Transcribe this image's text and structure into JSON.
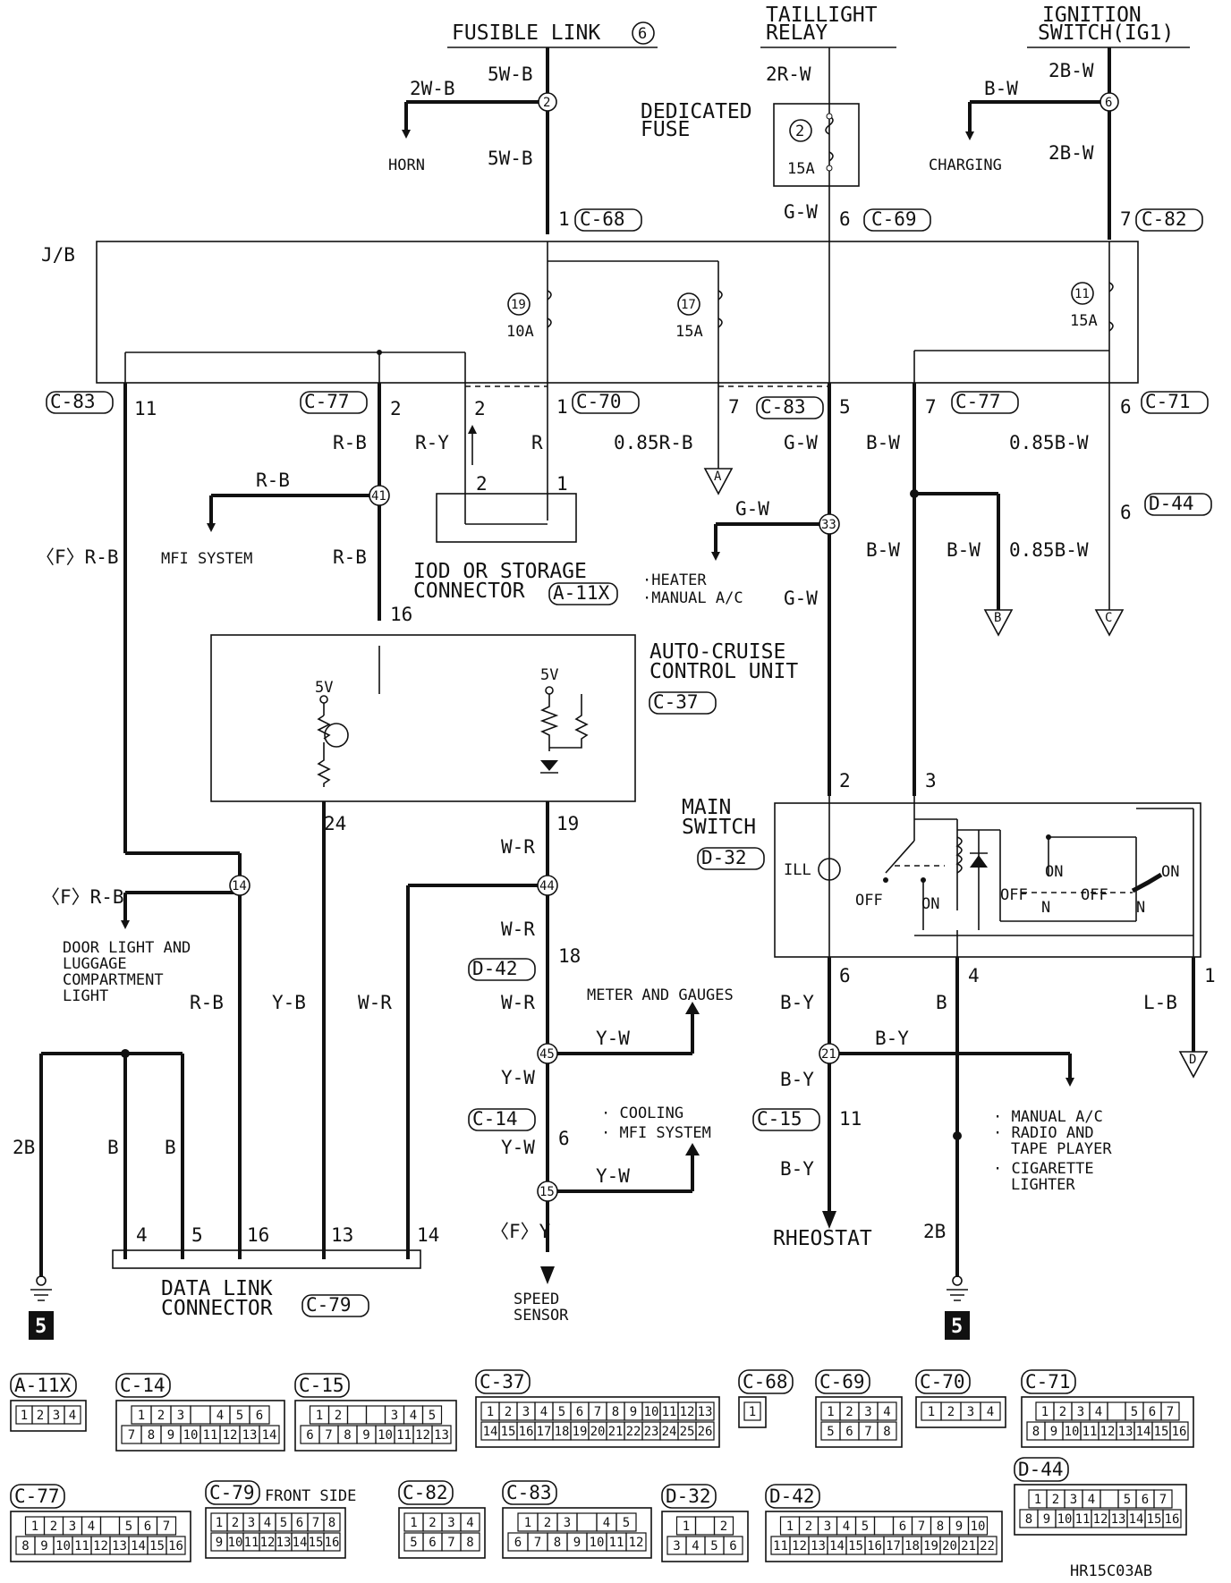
{
  "sources": {
    "fusible_link": "FUSIBLE LINK",
    "fusible_link_num": "6",
    "taillight_relay_1": "TAILLIGHT",
    "taillight_relay_2": "RELAY",
    "ignition_1": "IGNITION",
    "ignition_2": "SWITCH(IG1)"
  },
  "wires": {
    "w_5WB": "5W-B",
    "w_2WB": "2W-B",
    "w_5WB2": "5W-B",
    "w_2RW": "2R-W",
    "w_GW_top": "G-W",
    "w_2BW": "2B-W",
    "w_BW_charging": "B-W",
    "w_2BW2": "2B-W",
    "w_RB_2": "R-B",
    "w_RY": "R-Y",
    "w_R": "R",
    "w_085RB": "0.85R-B",
    "w_GW_5": "G-W",
    "w_BW_7": "B-W",
    "w_085BW": "0.85B-W",
    "w_RB_41": "R-B",
    "w_RB_41b": "R-B",
    "w_FRB": "〈F〉R-B",
    "w_GW_33": "G-W",
    "w_BW_b": "B-W",
    "w_BW_b2": "B-W",
    "w_085BW_b": "0.85B-W",
    "w_GW_b": "G-W",
    "w_WR_19": "W-R",
    "w_FRB2": "〈F〉R-B",
    "w_WR_b": "W-R",
    "w_WR_c": "W-R",
    "w_RB_c": "R-B",
    "w_YB": "Y-B",
    "w_WR_d": "W-R",
    "w_YW": "Y-W",
    "w_YW2": "Y-W",
    "w_YW3": "Y-W",
    "w_YW4": "Y-W",
    "w_FY": "〈F〉Y",
    "w_2B": "2B",
    "w_B1": "B",
    "w_B2": "B",
    "w_BY": "B-Y",
    "w_BY2": "B-Y",
    "w_BY3": "B-Y",
    "w_BY4": "B-Y",
    "w_B": "B",
    "w_LB": "L-B",
    "w_2B_r": "2B"
  },
  "destinations": {
    "horn": "HORN",
    "charging": "CHARGING",
    "mfi": "MFI SYSTEM",
    "heater": "·HEATER",
    "manual_ac": "·MANUAL A/C",
    "door_1": "DOOR LIGHT AND",
    "door_2": "LUGGAGE",
    "door_3": "COMPARTMENT",
    "door_4": "LIGHT",
    "meter": "METER AND GAUGES",
    "cooling": "· COOLING",
    "mfi2": "· MFI SYSTEM",
    "speed_1": "SPEED",
    "speed_2": "SENSOR",
    "rheostat": "RHEOSTAT",
    "r_ac": "· MANUAL A/C",
    "r_radio1": "· RADIO AND",
    "r_radio2": "TAPE PLAYER",
    "r_cig1": "· CIGARETTE",
    "r_cig2": "LIGHTER"
  },
  "components": {
    "jb": "J/B",
    "ded_fuse_1": "DEDICATED",
    "ded_fuse_2": "FUSE",
    "iod_1": "IOD OR STORAGE",
    "iod_2": "CONNECTOR",
    "acc_1": "AUTO-CRUISE",
    "acc_2": "CONTROL UNIT",
    "main_1": "MAIN",
    "main_2": "SWITCH",
    "dlc_1": "DATA LINK",
    "dlc_2": "CONNECTOR",
    "ill": "ILL",
    "off1": "OFF",
    "on1": "ON",
    "off2": "OFF",
    "on2": "ON",
    "off3": "OFF",
    "on3": "ON",
    "n1": "N",
    "n2": "N",
    "fiveV": "5V",
    "fiveV2": "5V",
    "ground_num": "5",
    "ground_num2": "5"
  },
  "fuses": {
    "f2": "2",
    "f2a": "15A",
    "f19": "19",
    "f19a": "10A",
    "f17": "17",
    "f17a": "15A",
    "f11": "11",
    "f11a": "15A"
  },
  "splices": {
    "s2": "2",
    "s6": "6",
    "s41": "41",
    "s33": "33",
    "s14": "14",
    "s44": "44",
    "s45": "45",
    "s15": "15",
    "s21": "21"
  },
  "connectors": {
    "c68": "C-68",
    "c69": "C-69",
    "c82": "C-82",
    "c83": "C-83",
    "c77": "C-77",
    "c70": "C-70",
    "c83b": "C-83",
    "c77b": "C-77",
    "c71": "C-71",
    "d44": "D-44",
    "a11x": "A-11X",
    "c37": "C-37",
    "d32": "D-32",
    "d42": "D-42",
    "c14": "C-14",
    "c15": "C-15",
    "c79": "C-79"
  },
  "pins": {
    "p1": "1",
    "p6": "6",
    "p7": "7",
    "p11": "11",
    "p2": "2",
    "p2b": "2",
    "p1b": "1",
    "p7b": "7",
    "p5": "5",
    "p7c": "7",
    "p6b": "6",
    "p2c": "2",
    "p1c": "1",
    "p6c": "6",
    "p16": "16",
    "p24": "24",
    "p19": "19",
    "p2d": "2",
    "p3": "3",
    "p18": "18",
    "p6d": "6",
    "p4": "4",
    "p1d": "1",
    "p6e": "6",
    "p11b": "11",
    "d4": "4",
    "d5": "5",
    "d16": "16",
    "d13": "13",
    "d14": "14"
  },
  "offpage": {
    "A": "A",
    "B": "B",
    "C": "C",
    "D": "D"
  },
  "legend": {
    "a11x": {
      "name": "A-11X",
      "rows": [
        [
          "1",
          "2",
          "3",
          "4"
        ]
      ]
    },
    "c14": {
      "name": "C-14",
      "rows": [
        [
          "1",
          "2",
          "3",
          "",
          "4",
          "5",
          "6"
        ],
        [
          "7",
          "8",
          "9",
          "10",
          "11",
          "12",
          "13",
          "14"
        ]
      ]
    },
    "c15": {
      "name": "C-15",
      "rows": [
        [
          "1",
          "2",
          "",
          "",
          "3",
          "4",
          "5"
        ],
        [
          "6",
          "7",
          "8",
          "9",
          "10",
          "11",
          "12",
          "13"
        ]
      ]
    },
    "c37": {
      "name": "C-37",
      "rows": [
        [
          "1",
          "2",
          "3",
          "4",
          "5",
          "6",
          "7",
          "8",
          "9",
          "10",
          "11",
          "12",
          "13"
        ],
        [
          "14",
          "15",
          "16",
          "17",
          "18",
          "19",
          "20",
          "21",
          "22",
          "23",
          "24",
          "25",
          "26"
        ]
      ]
    },
    "c68": {
      "name": "C-68",
      "rows": [
        [
          "1"
        ]
      ]
    },
    "c69": {
      "name": "C-69",
      "rows": [
        [
          "1",
          "2",
          "3",
          "4"
        ],
        [
          "5",
          "6",
          "7",
          "8"
        ]
      ]
    },
    "c70": {
      "name": "C-70",
      "rows": [
        [
          "1",
          "2",
          "3",
          "4"
        ]
      ]
    },
    "c71": {
      "name": "C-71",
      "rows": [
        [
          "1",
          "2",
          "3",
          "4",
          "",
          "5",
          "6",
          "7"
        ],
        [
          "8",
          "9",
          "10",
          "11",
          "12",
          "13",
          "14",
          "15",
          "16"
        ]
      ]
    },
    "c77": {
      "name": "C-77",
      "rows": [
        [
          "1",
          "2",
          "3",
          "4",
          "",
          "5",
          "6",
          "7"
        ],
        [
          "8",
          "9",
          "10",
          "11",
          "12",
          "13",
          "14",
          "15",
          "16"
        ]
      ]
    },
    "c79": {
      "name": "C-79",
      "rows": [
        [
          "1",
          "2",
          "3",
          "4",
          "5",
          "6",
          "7",
          "8"
        ],
        [
          "9",
          "10",
          "11",
          "12",
          "13",
          "14",
          "15",
          "16"
        ]
      ],
      "note": "FRONT SIDE"
    },
    "c82": {
      "name": "C-82",
      "rows": [
        [
          "1",
          "2",
          "3",
          "4"
        ],
        [
          "5",
          "6",
          "7",
          "8"
        ]
      ]
    },
    "c83": {
      "name": "C-83",
      "rows": [
        [
          "1",
          "2",
          "3",
          "",
          "4",
          "5"
        ],
        [
          "6",
          "7",
          "8",
          "9",
          "10",
          "11",
          "12"
        ]
      ]
    },
    "d32": {
      "name": "D-32",
      "rows": [
        [
          "1",
          "",
          "2"
        ],
        [
          "3",
          "4",
          "5",
          "6"
        ]
      ]
    },
    "d42": {
      "name": "D-42",
      "rows": [
        [
          "1",
          "2",
          "3",
          "4",
          "5",
          "",
          "6",
          "7",
          "8",
          "9",
          "10"
        ],
        [
          "11",
          "12",
          "13",
          "14",
          "15",
          "16",
          "17",
          "18",
          "19",
          "20",
          "21",
          "22"
        ]
      ]
    },
    "d44": {
      "name": "D-44",
      "rows": [
        [
          "1",
          "2",
          "3",
          "4",
          "",
          "5",
          "6",
          "7"
        ],
        [
          "8",
          "9",
          "10",
          "11",
          "12",
          "13",
          "14",
          "15",
          "16"
        ]
      ]
    }
  },
  "code": "HR15C03AB"
}
